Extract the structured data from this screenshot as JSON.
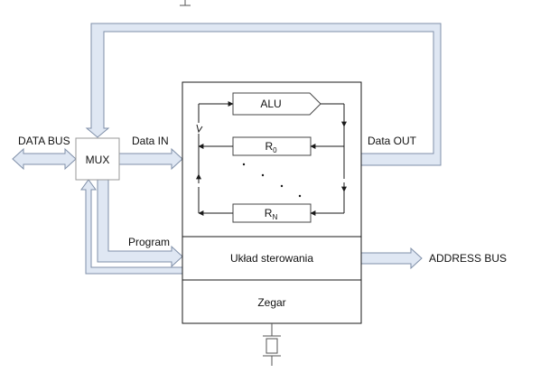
{
  "labels": {
    "data_bus": "DATA BUS",
    "mux": "MUX",
    "data_in": "Data IN",
    "data_out": "Data OUT",
    "program": "Program",
    "alu": "ALU",
    "r0_base": "R",
    "r0_sub": "0",
    "rn_base": "R",
    "rn_sub": "N",
    "control_unit": "Układ sterowania",
    "address_bus": "ADDRESS BUS",
    "clock": "Zegar"
  },
  "colors": {
    "bus_fill": "#dfe7f3",
    "bus_stroke": "#7f8fa8",
    "line": "#1a1a1a"
  }
}
